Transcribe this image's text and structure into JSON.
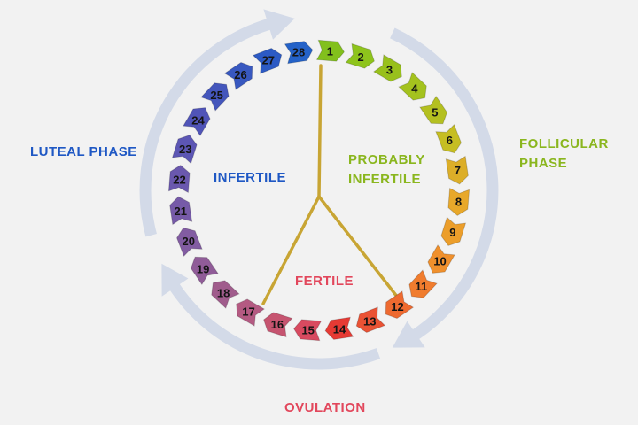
{
  "colors": {
    "background": "#f2f2f2",
    "arrow": "#d3dae8",
    "divider": "#c8a534",
    "luteal": "#1f58c4",
    "follicular": "#8ab61e",
    "ovulation": "#e2475c",
    "infertile": "#1f58c4",
    "probably_infertile": "#8ab61e",
    "fertile": "#e2475c"
  },
  "labels": {
    "luteal_phase": "LUTEAL PHASE",
    "follicular_line1": "FOLLICULAR",
    "follicular_line2": "PHASE",
    "ovulation": "OVULATION",
    "infertile": "INFERTILE",
    "probably_line1": "PROBABLY",
    "probably_line2": "INFERTILE",
    "fertile": "FERTILE"
  },
  "days": [
    {
      "n": "1",
      "color": "#82c01c"
    },
    {
      "n": "2",
      "color": "#8ec41c"
    },
    {
      "n": "3",
      "color": "#98c01c"
    },
    {
      "n": "4",
      "color": "#a4c21e"
    },
    {
      "n": "5",
      "color": "#b4c020"
    },
    {
      "n": "6",
      "color": "#c6be22"
    },
    {
      "n": "7",
      "color": "#dcae28"
    },
    {
      "n": "8",
      "color": "#e8a82a"
    },
    {
      "n": "9",
      "color": "#ec9e2a"
    },
    {
      "n": "10",
      "color": "#f0902c"
    },
    {
      "n": "11",
      "color": "#f07c2e"
    },
    {
      "n": "12",
      "color": "#ee6a30"
    },
    {
      "n": "13",
      "color": "#ea5234"
    },
    {
      "n": "14",
      "color": "#e63a34"
    },
    {
      "n": "15",
      "color": "#d84a60"
    },
    {
      "n": "16",
      "color": "#c65470"
    },
    {
      "n": "17",
      "color": "#b45a82"
    },
    {
      "n": "18",
      "color": "#a05c8c"
    },
    {
      "n": "19",
      "color": "#905c98"
    },
    {
      "n": "20",
      "color": "#825ca2"
    },
    {
      "n": "21",
      "color": "#765aa8"
    },
    {
      "n": "22",
      "color": "#6a58ae"
    },
    {
      "n": "23",
      "color": "#5c56b4"
    },
    {
      "n": "24",
      "color": "#5054b8"
    },
    {
      "n": "25",
      "color": "#4456bc"
    },
    {
      "n": "26",
      "color": "#3858c0"
    },
    {
      "n": "27",
      "color": "#2c5ac4"
    },
    {
      "n": "28",
      "color": "#2462c8"
    }
  ]
}
